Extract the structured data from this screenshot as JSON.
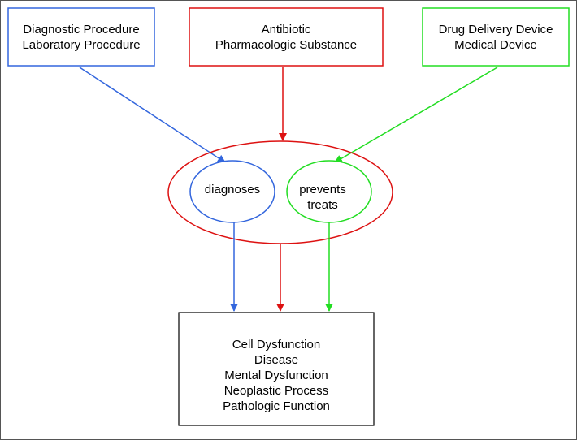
{
  "colors": {
    "blue": "#3366dd",
    "red": "#dd1111",
    "green": "#22dd22",
    "black": "#000000"
  },
  "nodes": {
    "diagnostic_box": {
      "lines": [
        "Diagnostic Procedure",
        "Laboratory Procedure"
      ]
    },
    "antibiotic_box": {
      "lines": [
        "Antibiotic",
        "Pharmacologic Substance"
      ]
    },
    "device_box": {
      "lines": [
        "Drug Delivery Device",
        "Medical Device"
      ]
    },
    "diagnoses_circle": {
      "lines": [
        "diagnoses"
      ]
    },
    "treats_circle": {
      "lines": [
        "prevents",
        "treats"
      ]
    },
    "disease_box": {
      "lines": [
        "Cell Dysfunction",
        "Disease",
        "Mental Dysfunction",
        "Neoplastic Process",
        "Pathologic Function"
      ]
    }
  }
}
